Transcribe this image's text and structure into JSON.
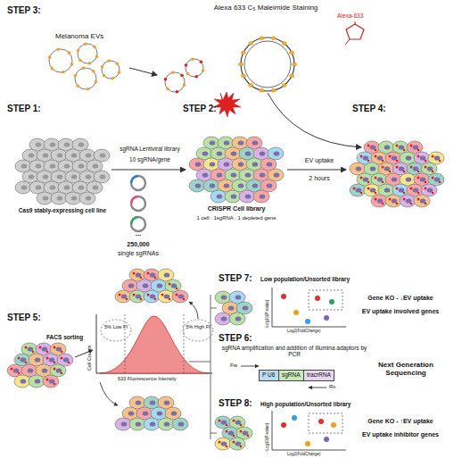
{
  "diagram": {
    "nodes": [
      {
        "text": [
          "P U6"
        ]
      },
      {
        "text": [
          "sgRNA"
        ]
      },
      {
        "text": [
          "tracrRNA"
        ]
      }
    ],
    "labels": [
      "STEP 3:",
      "Melanoma EVs",
      "Alexa 633 C₅ Maleimide Staining",
      "Alexa-633",
      "STEP 1:",
      "STEP 2:",
      "STEP 4:",
      "sgRNA Lentiviral library",
      "10 sgRNA/gene",
      "EV uptake",
      "2 hours",
      "Cas9 stably-expressing cell line",
      "CRISPR Cell library",
      "1 cell : 1sgRNA : 1 depleted gene",
      "...",
      "250,000",
      "single sgRNAs",
      "STEP 5:",
      "FACS sorting",
      "Cell Counts",
      "633 Fluorescence Intensity",
      "5% Low FI",
      "5% High FI",
      "STEP 6:",
      "sgRNA amplification and addition of Illumina adaptors by PCR",
      "Fw",
      "Rv",
      "Next Generation Sequencing",
      "STEP 7:",
      "Low population/Unsorted library",
      "Gene KO - ↓EV uptake",
      "EV uptake involved genes",
      "STEP 8:",
      "High population/Unsorted library",
      "Gene KO - ↑EV uptake",
      "EV uptake inhibitor genes",
      "-Log10(P-value)",
      "Log2(FoldChange)",
      "-Log10(P-value)",
      "Log2(FoldChange)"
    ]
  }
}
